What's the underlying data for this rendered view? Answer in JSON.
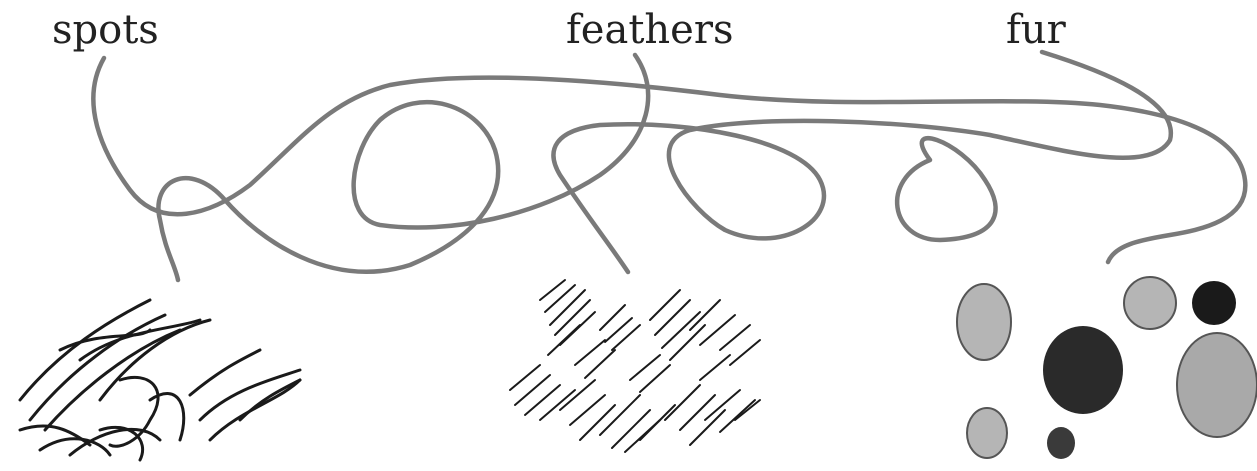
{
  "labels": {
    "spots": "spots",
    "feathers": "feathers",
    "fur": "fur"
  },
  "colors": {
    "line": "#7a7a7a",
    "ink": "#1a1a1a",
    "text": "#222222"
  }
}
